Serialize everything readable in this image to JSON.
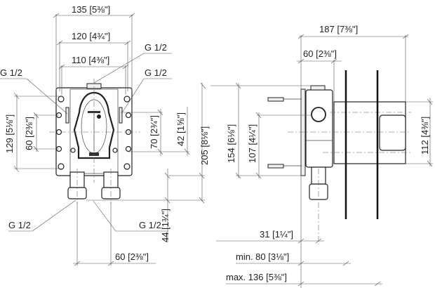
{
  "front_view": {
    "dims": {
      "width_135": {
        "value": "135",
        "inch": "5⅜\""
      },
      "width_120": {
        "value": "120",
        "inch": "4¾\""
      },
      "width_110": {
        "value": "110",
        "inch": "4⅜\""
      },
      "height_129": {
        "value": "129",
        "inch": "5⅛\""
      },
      "height_60": {
        "value": "60",
        "inch": "2⅜\""
      },
      "height_70": {
        "value": "70",
        "inch": "2¾\""
      },
      "height_42": {
        "value": "42",
        "inch": "1⅝\""
      },
      "height_205": {
        "value": "205",
        "inch": "8⅛\""
      },
      "height_44": {
        "value": "44",
        "inch": "1¾\""
      },
      "spacing_60": {
        "value": "60",
        "inch": "2⅜\""
      }
    },
    "threads": {
      "top_left": "G 1/2",
      "top_center": "G 1/2",
      "top_right": "G 1/2",
      "bottom_left": "G 1/2",
      "bottom_right": "G 1/2"
    }
  },
  "side_view": {
    "dims": {
      "depth_187": {
        "value": "187",
        "inch": "7⅜\""
      },
      "depth_60": {
        "value": "60",
        "inch": "2⅜\""
      },
      "height_154": {
        "value": "154",
        "inch": "6⅛\""
      },
      "height_107": {
        "value": "107",
        "inch": "4¼\""
      },
      "height_112": {
        "value": "112",
        "inch": "4⅜\""
      },
      "depth_31": {
        "value": "31",
        "inch": "1¼\""
      },
      "min_80": {
        "value": "min. 80",
        "inch": "3⅛\""
      },
      "max_136": {
        "value": "max. 136",
        "inch": "5⅜\""
      }
    }
  }
}
